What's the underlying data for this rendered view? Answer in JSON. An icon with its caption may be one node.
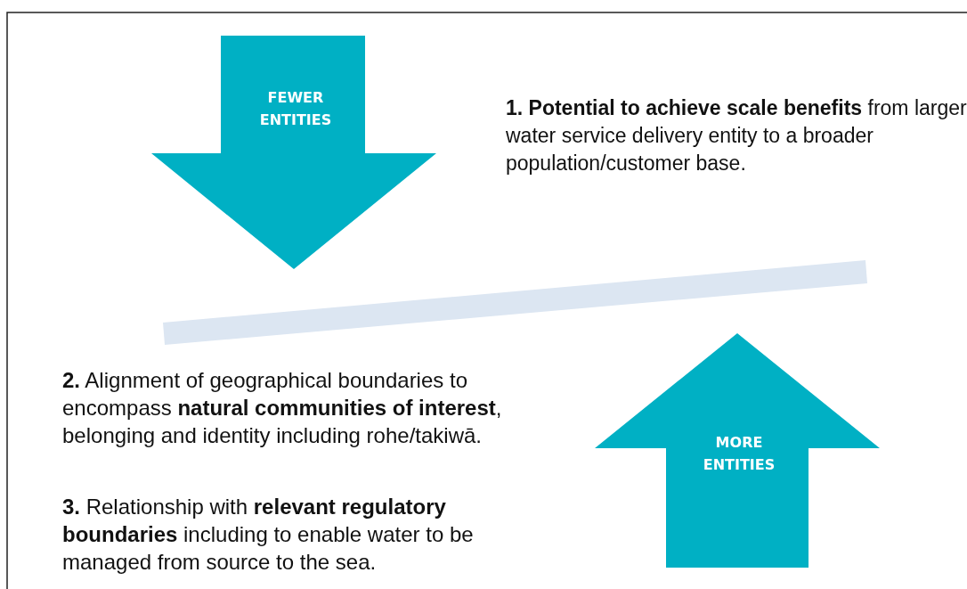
{
  "diagram": {
    "nodes": [
      {
        "text": [
          "FEWER ENTITIES"
        ]
      },
      {
        "text": [],
        "shape": "bar"
      },
      {
        "text": [
          "MORE ENTITIES"
        ]
      }
    ],
    "labels": [
      "**1. Potential to achieve scale benefits** from larger water service delivery entity to a broader population/customer base.",
      "**2.** Alignment of geographical boundaries to encompass **natural communities of interest**, belonging and identity including rohe/takiwā.",
      "**3.** Relationship with **relevant regulatory boundaries** including to enable water to be managed from source to the sea."
    ]
  }
}
